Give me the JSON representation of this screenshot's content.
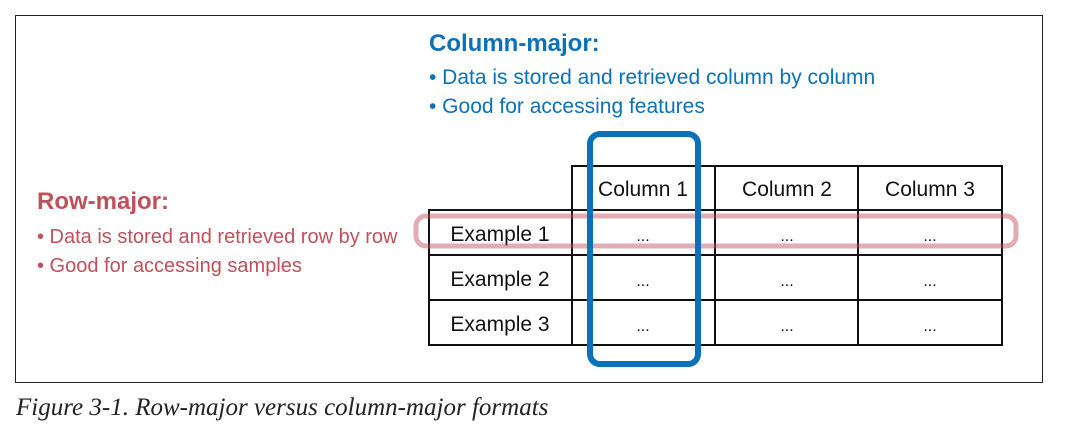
{
  "column_major": {
    "title": "Column-major:",
    "bullets": [
      "• Data is stored and retrieved column by column",
      "• Good for accessing features"
    ],
    "color": "#0b72b9"
  },
  "row_major": {
    "title": "Row-major:",
    "bullets": [
      "• Data is stored and retrieved row by row",
      "• Good for accessing samples"
    ],
    "color": "#c0505a"
  },
  "table": {
    "column_headers": [
      "Column 1",
      "Column 2",
      "Column 3"
    ],
    "rows": [
      {
        "label": "Example 1",
        "cells": [
          "...",
          "...",
          "..."
        ]
      },
      {
        "label": "Example 2",
        "cells": [
          "...",
          "...",
          "..."
        ]
      },
      {
        "label": "Example 3",
        "cells": [
          "...",
          "...",
          "..."
        ]
      }
    ]
  },
  "caption": "Figure 3-1. Row-major versus column-major formats"
}
